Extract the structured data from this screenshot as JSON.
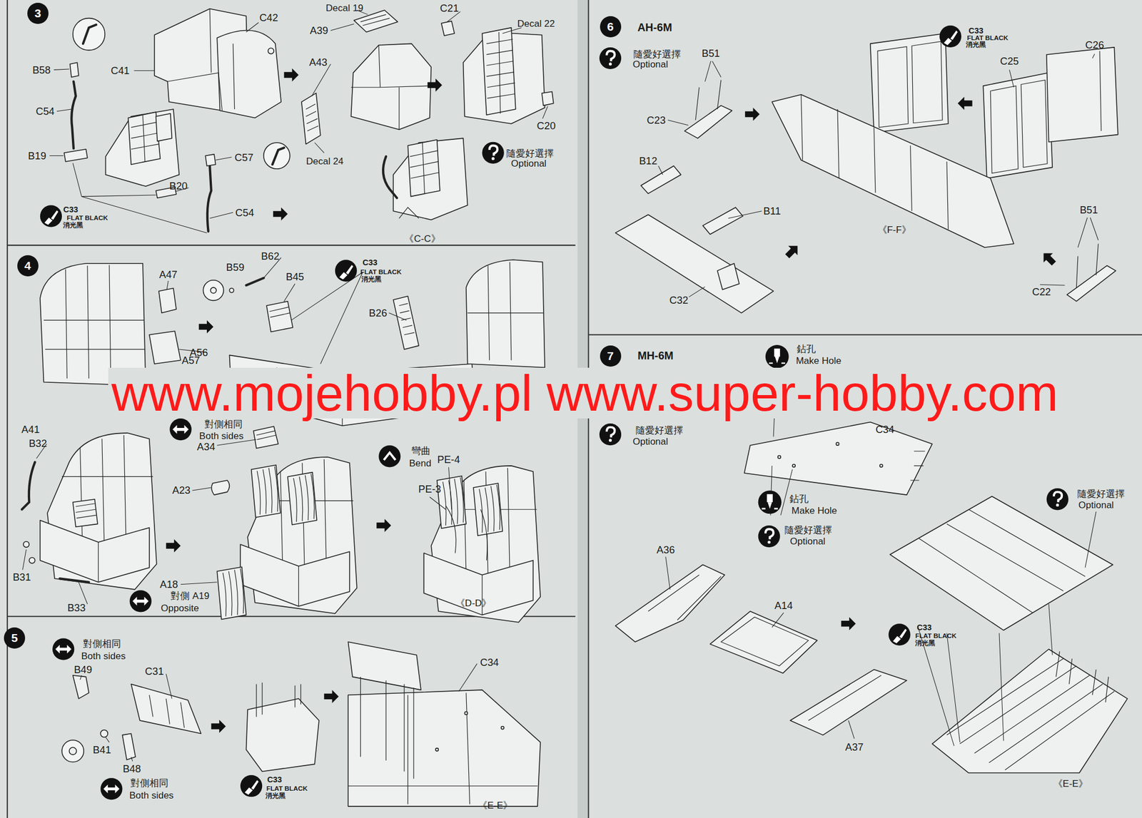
{
  "diagram": {
    "nodes": [
      {
        "text": [
          "3"
        ]
      },
      {
        "text": [
          "4"
        ]
      },
      {
        "text": [
          "5"
        ]
      },
      {
        "text": [
          "6"
        ]
      },
      {
        "text": [
          "7"
        ]
      }
    ],
    "labels": [
      "B58",
      "C41",
      "C42",
      "Decal 19",
      "A39",
      "C21",
      "Decal 22",
      "C54",
      "A43",
      "B19",
      "C57",
      "Decal 24",
      "C20",
      "隨愛好選擇",
      "Optional",
      "B20",
      "C54",
      "C33",
      "FLAT BLACK",
      "消光黑",
      "《C-C》",
      "A47",
      "B59",
      "B62",
      "B45",
      "C33",
      "FLAT BLACK",
      "消光黑",
      "B26",
      "A56",
      "A57",
      "A41",
      "對側相同",
      "Both sides",
      "A34",
      "B32",
      "彎曲",
      "Bend",
      "PE-4",
      "PE-3",
      "A23",
      "B31",
      "A18",
      "對側 A19",
      "Opposite",
      "B33",
      "《D-D》",
      "對側相同",
      "Both sides",
      "B49",
      "C31",
      "C34",
      "B41",
      "B48",
      "對側相同",
      "Both sides",
      "C33",
      "FLAT BLACK",
      "消光黑",
      "《E-E》",
      "AH-6M",
      "隨愛好選擇",
      "Optional",
      "B51",
      "C33",
      "FLAT BLACK",
      "消光黑",
      "C26",
      "C25",
      "C23",
      "B12",
      "B11",
      "《F-F》",
      "B51",
      "C32",
      "C22",
      "MH-6M",
      "鉆孔",
      "Make Hole",
      "隨愛好選擇",
      "Optional",
      "C34",
      "鉆孔",
      "Make Hole",
      "隨愛好選擇",
      "Optional",
      "隨愛好選擇",
      "Optional",
      "A36",
      "A14",
      "C33",
      "FLAT BLACK",
      "消光黑",
      "A37",
      "《E-E》",
      "www.mojehobby.pl www.super-hobby.com"
    ]
  }
}
